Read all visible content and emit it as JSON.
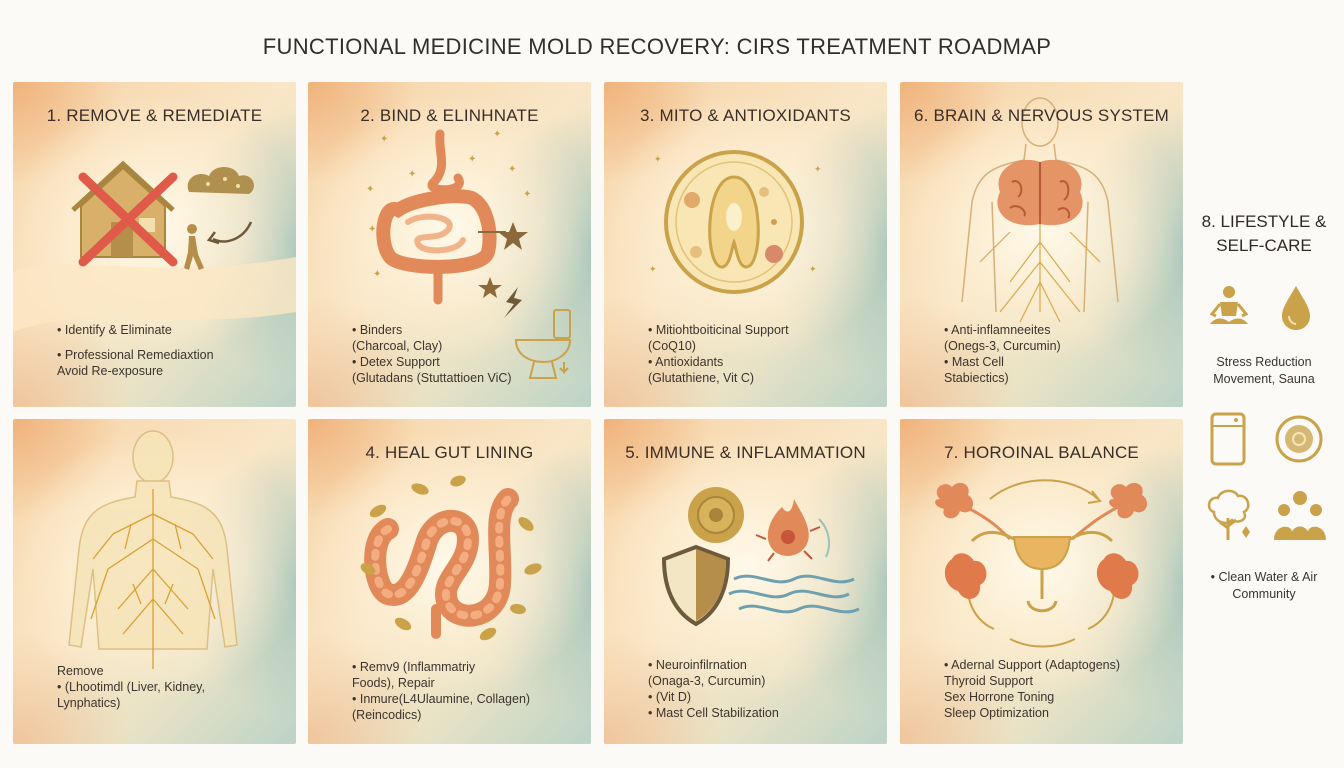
{
  "title": "FUNCTIONAL MEDICINE MOLD RECOVERY: CIRS TREATMENT ROADMAP",
  "panels": [
    {
      "title": "1. REMOVE & REMEDIATE",
      "icons": [
        "house-crossed-icon",
        "mold-cloud-icon",
        "walking-person-icon",
        "arrow-icon"
      ],
      "bullets": [
        "• Identify & Eliminate",
        "• Professional Remediaxtion",
        "Avoid Re-exposure"
      ]
    },
    {
      "title": "2. BIND & ELINHNATE",
      "icons": [
        "digestive-tract-icon",
        "star-icon",
        "lightning-icon",
        "toilet-icon"
      ],
      "bullets": [
        "• Binders",
        "(Charcoal, Clay)",
        "• Detex Support",
        "(Glutadans (Stuttattioen ViC)"
      ]
    },
    {
      "title": "3. MITO & ANTIOXIDANTS",
      "icons": [
        "cell-icon",
        "mitochondria-icon"
      ],
      "bullets": [
        "• Mitiohtboiticinal Support",
        "(CoQ10)",
        "• Antioxidants",
        "(Glutathiene, Vit C)"
      ]
    },
    {
      "title": "6. BRAIN & NERVOUS SYSTEM",
      "icons": [
        "human-body-icon",
        "brain-icon",
        "nerves-icon"
      ],
      "bullets": [
        "• Anti-inflamneeites",
        "(Onegs-3, Curcumin)",
        "• Mast Cell",
        "Stabiectics)"
      ]
    },
    {
      "title": "",
      "icons": [
        "human-body-icon",
        "lymphatics-icon"
      ],
      "bullets": [
        "Remove",
        "• (Lhootimdl (Liver, Kidney,",
        "Lynphatics)"
      ]
    },
    {
      "title": "4. HEAL GUT LINING",
      "icons": [
        "intestine-icon",
        "leaf-icon"
      ],
      "bullets": [
        "• Remv9 (Inflammatriy",
        "Foods), Repair",
        "• Inmure(L4Ulaumine, Collagen)",
        "(Reincodics)"
      ]
    },
    {
      "title": "5. IMMUNE & INFLAMMATION",
      "icons": [
        "immune-cell-icon",
        "shield-icon",
        "inflammation-flame-icon",
        "waves-icon"
      ],
      "bullets": [
        "• Neuroinfilrnation",
        "(Onaga-3, Curcumin)",
        "• (Vit D)",
        "• Mast Cell Stabilization"
      ]
    },
    {
      "title": "7. HOROINAL BALANCE",
      "icons": [
        "thyroid-icon",
        "adrenal-icon",
        "uterus-icon",
        "cycle-arrows-icon"
      ],
      "bullets": [
        "• Adernal Support (Adaptogens)",
        "Thyroid Support",
        "Sex Horrone Toning",
        "Sleep Optimization"
      ]
    }
  ],
  "side": {
    "title_line1": "8. LIFESTYLE &",
    "title_line2": "SELF-CARE",
    "icons": [
      "meditation-icon",
      "water-drop-icon",
      "air-purifier-icon",
      "sauna-heater-icon",
      "nature-tree-icon",
      "community-icon"
    ],
    "text1_line1": "Stress Reduction",
    "text1_line2": "Movement, Sauna",
    "text2_line1": "• Clean Water & Air",
    "text2_line2": "Community"
  },
  "colors": {
    "gold": "#c9a24a",
    "orange": "#e2895a",
    "red": "#e05a4a",
    "teal": "#9cc1bb"
  }
}
